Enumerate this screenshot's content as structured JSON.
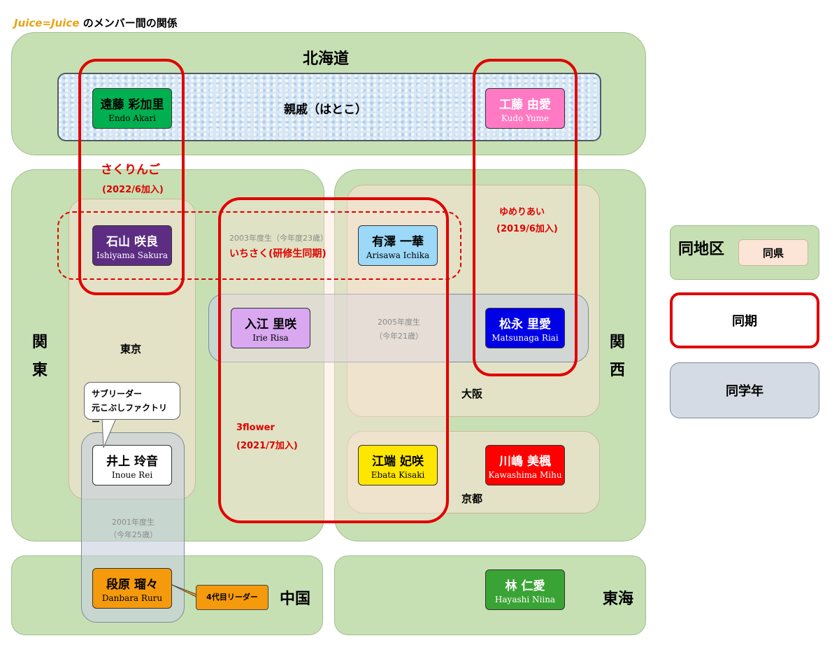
{
  "title": {
    "brand": "Juice=Juice",
    "text": "のメンバー間の関係"
  },
  "regions": {
    "hokkaido": "北海道",
    "kanto": "関東",
    "kansai": "関西",
    "chugoku": "中国",
    "tokai": "東海"
  },
  "prefectures": {
    "tokyo": "東京",
    "osaka": "大阪",
    "kyoto": "京都"
  },
  "kinship": "親戚（はとこ）",
  "groups": {
    "sakuringo": {
      "name": "さくりんご",
      "joined": "(2022/6加入)"
    },
    "yumeriai": {
      "name": "ゆめりあい",
      "joined": "(2019/6加入)"
    },
    "ichisaku": {
      "year": "2003年度生（今年度23歳）",
      "name": "いちさく(研修生同期)"
    },
    "threeflower": {
      "name": "3flower",
      "joined": "(2021/7加入)"
    },
    "grade2005": {
      "year": "2005年度生",
      "age": "（今年21歳）"
    },
    "grade2001": {
      "year": "2001年度生",
      "age": "（今年25歳）"
    }
  },
  "members": [
    {
      "id": "endo",
      "jp": "遠藤 彩加里",
      "ro": "Endo Akari",
      "color": "#00b050",
      "text": "#000000"
    },
    {
      "id": "kudo",
      "jp": "工藤 由愛",
      "ro": "Kudo Yume",
      "color": "#ff7ac3",
      "text": "#ffffff"
    },
    {
      "id": "ishiyama",
      "jp": "石山 咲良",
      "ro": "Ishiyama Sakura",
      "color": "#5c2d82",
      "text": "#ffffff"
    },
    {
      "id": "arisawa",
      "jp": "有澤 一華",
      "ro": "Arisawa Ichika",
      "color": "#9cd8f8",
      "text": "#000000"
    },
    {
      "id": "irie",
      "jp": "入江 里咲",
      "ro": "Irie Risa",
      "color": "#d9a8f0",
      "text": "#000000"
    },
    {
      "id": "matsunaga",
      "jp": "松永 里愛",
      "ro": "Matsunaga Riai",
      "color": "#0000e6",
      "text": "#ffffff"
    },
    {
      "id": "inoue",
      "jp": "井上 玲音",
      "ro": "Inoue Rei",
      "color": "#ffffff",
      "text": "#000000"
    },
    {
      "id": "ebata",
      "jp": "江端 妃咲",
      "ro": "Ebata Kisaki",
      "color": "#ffe600",
      "text": "#000000"
    },
    {
      "id": "kawashima",
      "jp": "川嶋 美楓",
      "ro": "Kawashima Mihu",
      "color": "#ff0000",
      "text": "#ffffff"
    },
    {
      "id": "danbara",
      "jp": "段原 瑠々",
      "ro": "Danbara Ruru",
      "color": "#f59a0c",
      "text": "#000000"
    },
    {
      "id": "hayashi",
      "jp": "林 仁愛",
      "ro": "Hayashi Niina",
      "color": "#3aa335",
      "text": "#ffffff"
    }
  ],
  "bubble": {
    "line1": "サブリーダー",
    "line2": "元こぶしファクトリー"
  },
  "leader_note": "4代目リーダー",
  "legend": {
    "region": "同地区",
    "pref": "同県",
    "sync": "同期",
    "grade": "同学年"
  },
  "colors": {
    "accent_red": "#e00000",
    "region_green": "#c6e0b4",
    "pref_peach": "#fce4d6",
    "grade_blue": "#d5dbe5"
  }
}
